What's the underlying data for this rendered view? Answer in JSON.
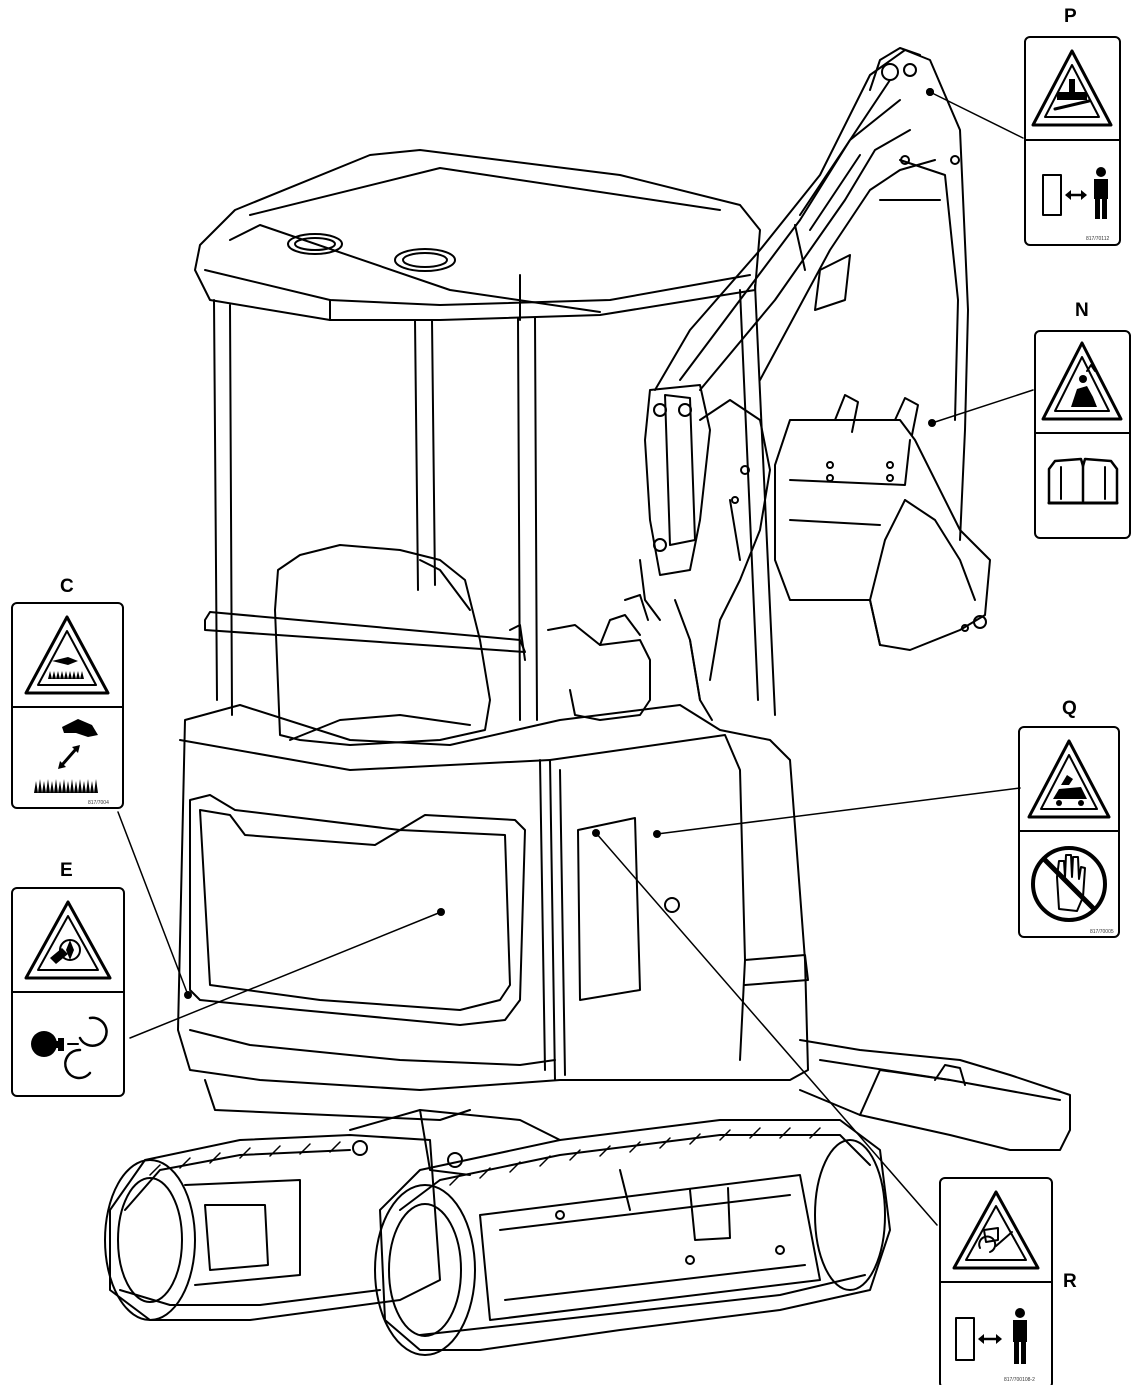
{
  "decals": [
    {
      "letter": "P",
      "code": "817/70112",
      "icons": [
        "crush-hazard-icon",
        "keep-away-icon"
      ]
    },
    {
      "letter": "N",
      "code": "",
      "icons": [
        "falling-object-hazard-icon",
        "operator-manual-icon"
      ]
    },
    {
      "letter": "C",
      "code": "817/7004",
      "icons": [
        "hot-surface-hazard-icon",
        "keep-hands-away-hot-icon"
      ]
    },
    {
      "letter": "E",
      "code": "",
      "icons": [
        "fan-entanglement-hazard-icon",
        "stop-engine-icon"
      ]
    },
    {
      "letter": "Q",
      "code": "817/70005",
      "icons": [
        "crushing-hazard-icon",
        "do-not-touch-icon"
      ]
    },
    {
      "letter": "R",
      "code": "817/700108-2",
      "icons": [
        "rotating-parts-hazard-icon",
        "keep-away-icon"
      ]
    }
  ],
  "colors": {
    "line": "#000000",
    "background": "#ffffff"
  }
}
